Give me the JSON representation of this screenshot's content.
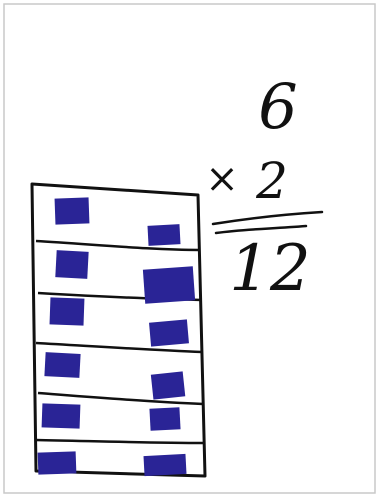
{
  "sheet": {
    "background_color": "#ffffff",
    "border_color": "#c9c9c9",
    "ink_color": "#111111",
    "marker_color": "#2a2496"
  },
  "multiplication": {
    "multiplicand": "6",
    "operator": "×",
    "multiplier": "2",
    "product": "12"
  },
  "array_model": {
    "rows": 6,
    "squares_per_row": 2,
    "total_squares": 12
  }
}
